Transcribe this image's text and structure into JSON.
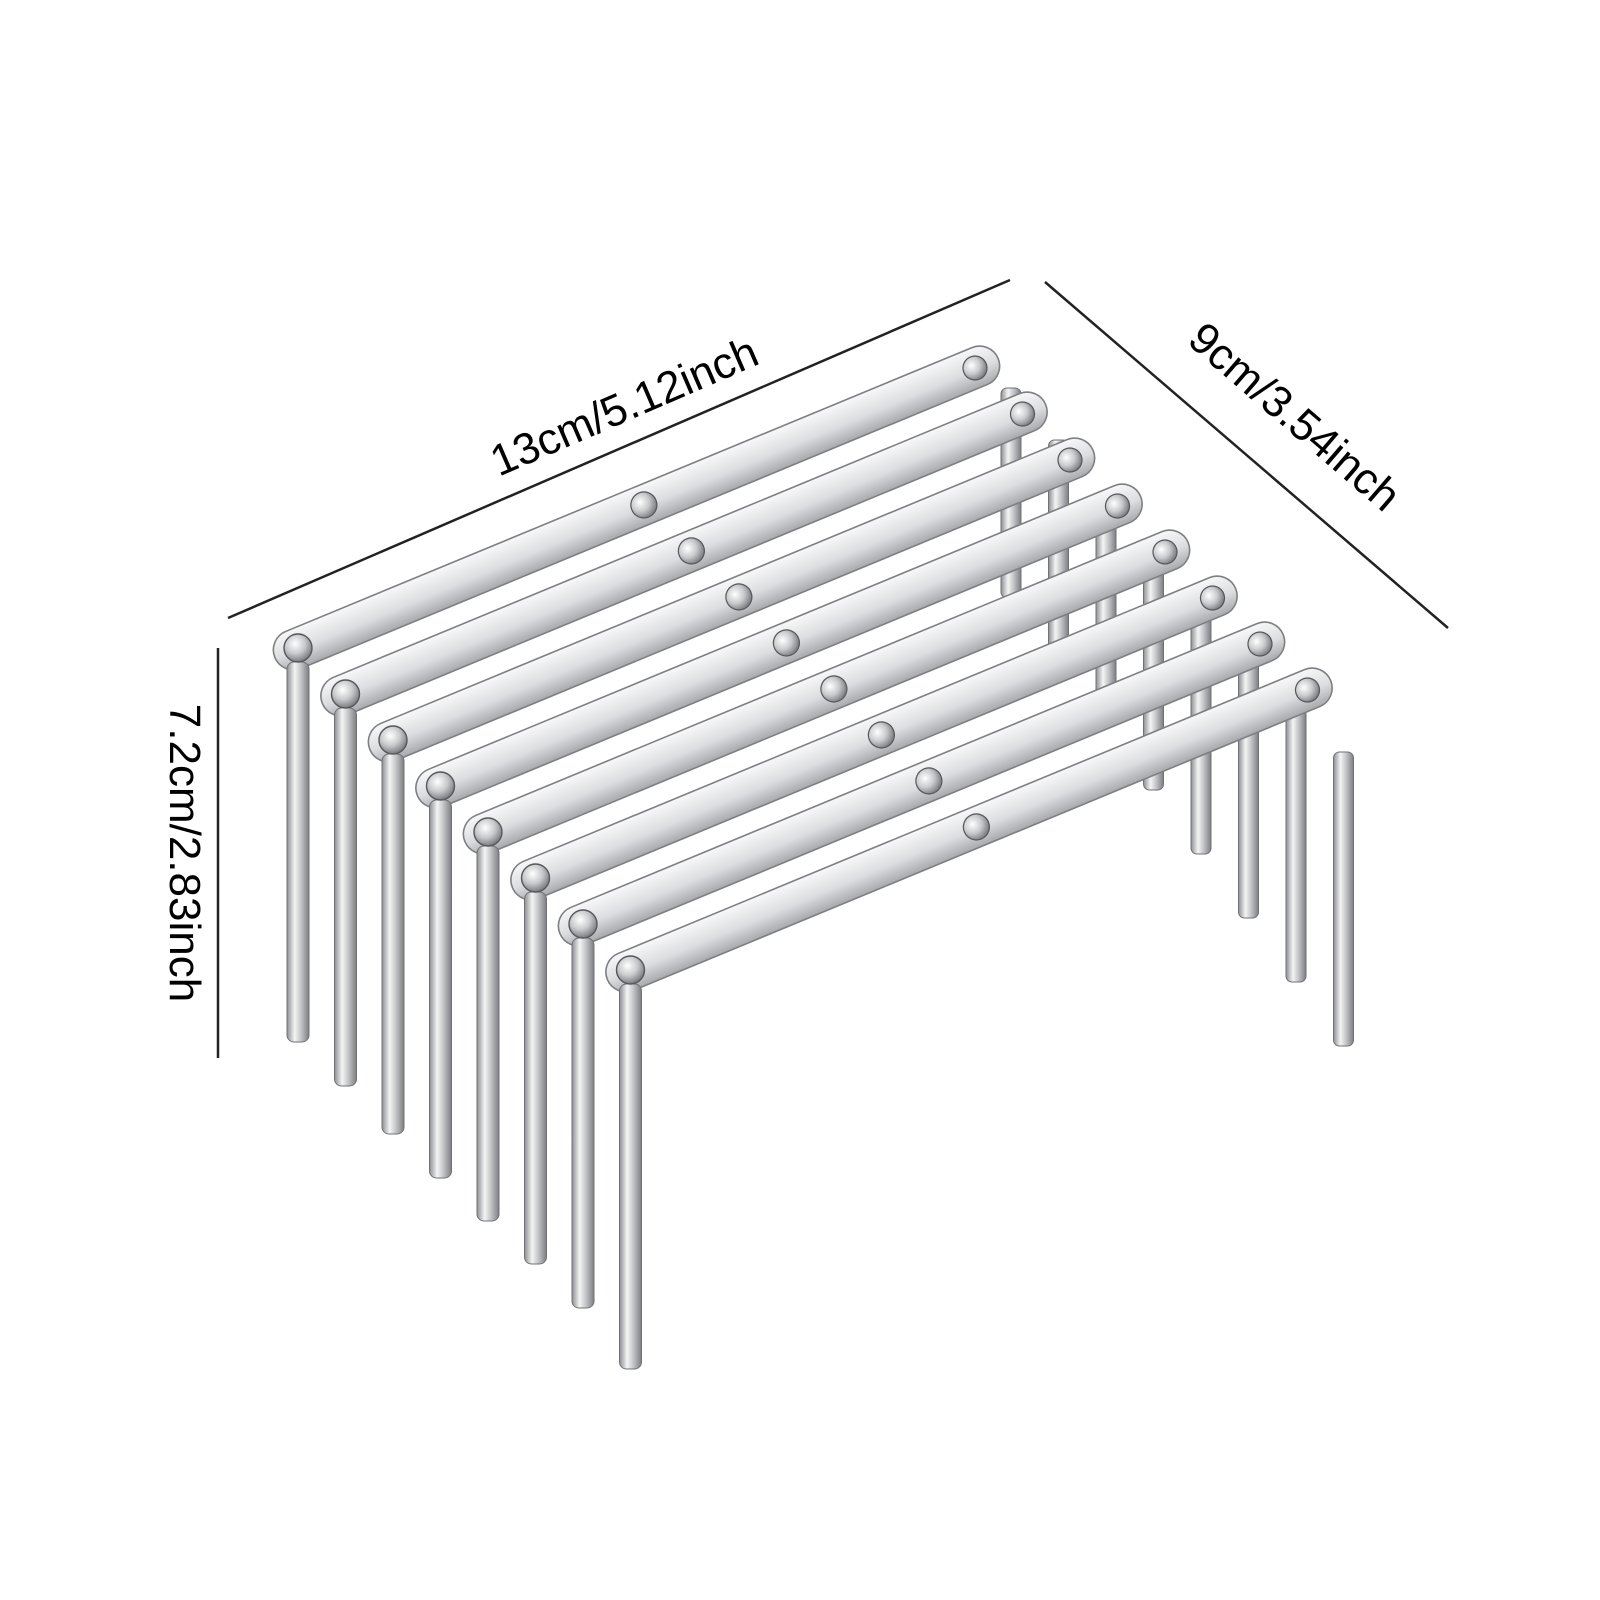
{
  "dimensions": {
    "length": "13cm/5.12inch",
    "width": "9cm/3.54inch",
    "height": "7.2cm/2.83inch"
  },
  "product": {
    "name_icon": "folding-stainless-steel-rack",
    "slat_count": 8,
    "color_metal": "#d9dadc",
    "color_metal_dark": "#9a9ca0",
    "color_metal_light": "#f6f6f7"
  }
}
